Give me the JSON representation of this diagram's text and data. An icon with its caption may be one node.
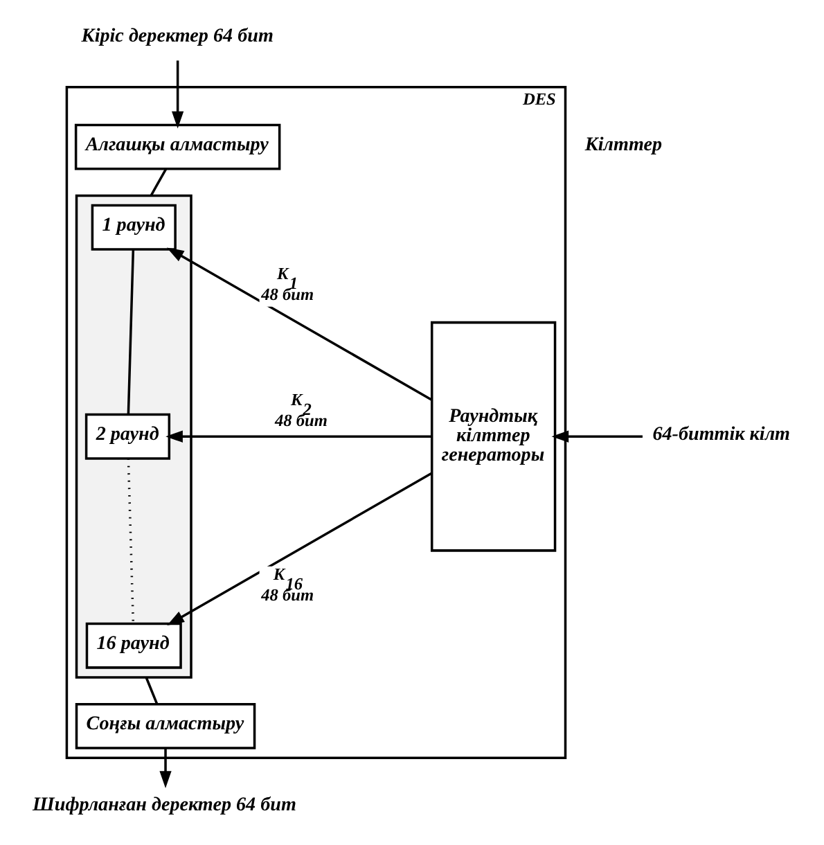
{
  "diagram": {
    "nodes": [
      {
        "text": [
          "DES"
        ]
      },
      {
        "text": [
          "Алгашқы алмастыру"
        ],
        "in": 0
      },
      {
        "text": [],
        "shape": "box",
        "in": 0
      },
      {
        "text": [
          "1 раунд"
        ],
        "in": 2
      },
      {
        "text": [
          "2 раунд"
        ],
        "in": 2
      },
      {
        "text": [
          "16 раунд"
        ],
        "in": 2
      },
      {
        "text": [
          "Соңғы алмастыру"
        ],
        "in": 0
      },
      {
        "text": [
          "Раундтық кілттер генераторы"
        ],
        "in": 0
      },
      {
        "text": [
          "Кіріс деректер 64 бит"
        ]
      },
      {
        "text": [
          "Шифрланған деректер 64 бит"
        ]
      },
      {
        "text": [
          "64-биттік кілт"
        ]
      }
    ],
    "edges": [
      {
        "from": 8,
        "to": 1,
        "arrow": "to"
      },
      {
        "from": 1,
        "to": 2,
        "arrow": "none"
      },
      {
        "from": 3,
        "to": 4,
        "arrow": "none"
      },
      {
        "from": 4,
        "to": 5,
        "arrow": "none",
        "style": "dashed"
      },
      {
        "from": 2,
        "to": 6,
        "arrow": "none"
      },
      {
        "from": 6,
        "to": 9,
        "arrow": "to"
      },
      {
        "from": 10,
        "to": 7,
        "arrow": "to"
      },
      {
        "from": 7,
        "to": 3,
        "arrow": "to",
        "label": "K$_{1}$ 48 бит"
      },
      {
        "from": 7,
        "to": 4,
        "arrow": "to",
        "label": "K$_{2}$ 48 бит"
      },
      {
        "from": 7,
        "to": 5,
        "arrow": "to",
        "label": "K$_{16}$ 48 бит"
      }
    ],
    "labels": [
      "Кілттер"
    ]
  }
}
